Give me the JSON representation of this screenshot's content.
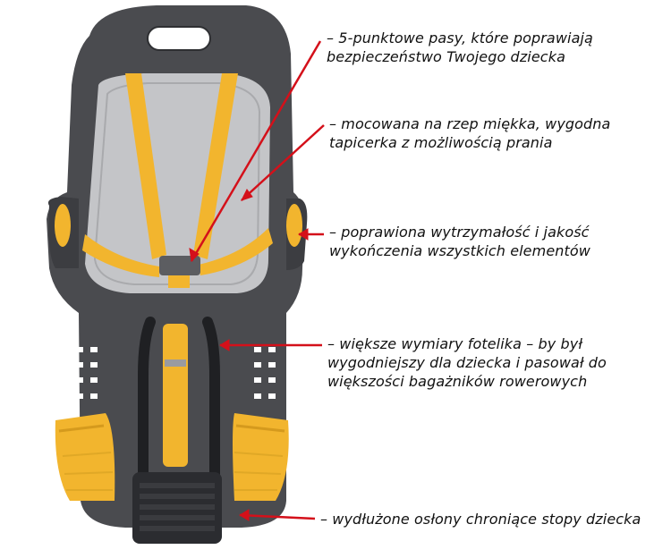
{
  "annotations": [
    {
      "lines": [
        "– 5-punktowe pasy, które poprawiają",
        "bezpieczeństwo Twojego dziecka"
      ]
    },
    {
      "lines": [
        "– mocowana na rzep miękka, wygodna",
        "tapicerka z możliwością prania"
      ]
    },
    {
      "lines": [
        "– poprawiona wytrzymałość i jakość",
        "wykończenia wszystkich elementów"
      ]
    },
    {
      "lines": [
        "– większe wymiary fotelika – by był",
        "wygodniejszy dla dziecka i pasował do",
        "większości bagażników rowerowych"
      ]
    },
    {
      "lines": [
        "– wydłużone osłony chroniące stopy dziecka"
      ]
    }
  ],
  "colors": {
    "shell": "#4a4b4f",
    "shell_dark": "#333438",
    "pad": "#c4c5c8",
    "strap": "#f2b52e",
    "arrow": "#d4101a"
  }
}
